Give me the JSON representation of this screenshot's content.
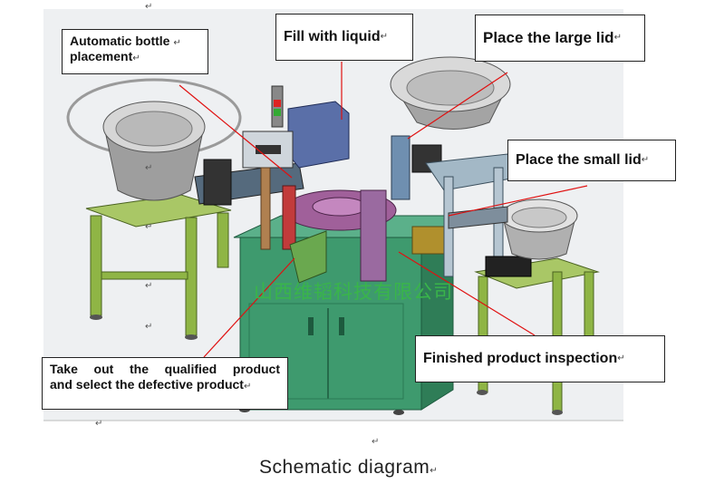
{
  "callouts": {
    "bottle_placement_line1": "Automatic bottle",
    "bottle_placement_line2": "placement",
    "fill_liquid": "Fill with liquid",
    "large_lid": "Place the large lid",
    "small_lid": "Place the small lid",
    "inspection": "Finished product inspection",
    "take_out_line1": "Take out the qualified product",
    "take_out_line2": "and select the defective product"
  },
  "paragraph_mark": "↵",
  "watermark": "山西维韬科技有限公司",
  "caption": "Schematic diagram",
  "colors": {
    "frame_green": "#3e9a6e",
    "table_green": "#8fb545",
    "bowl_gray": "#c9c9c9",
    "rotary_table": "#a0609a",
    "steel_blue": "#6f8fb0",
    "leader_red": "#e01010",
    "watermark_green": "#39b54a"
  }
}
